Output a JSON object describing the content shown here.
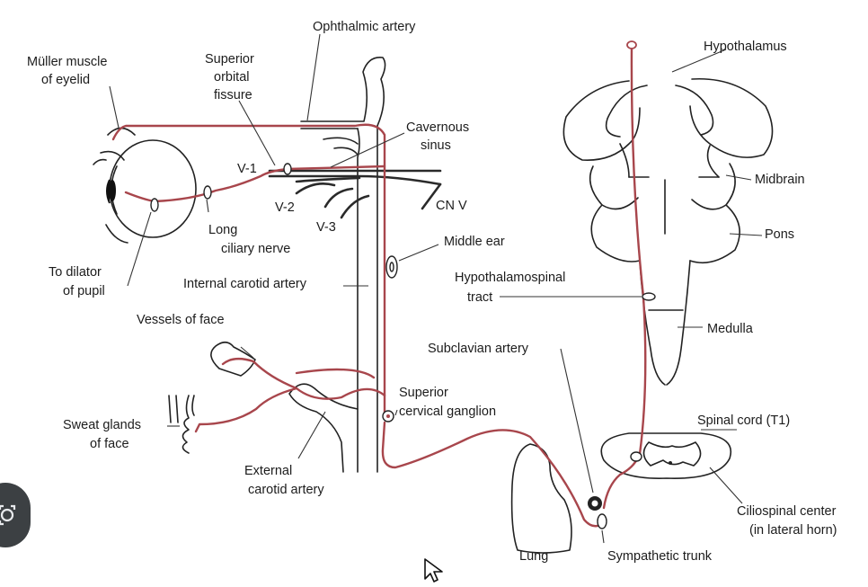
{
  "labels": {
    "ophthalmic_artery": "Ophthalmic artery",
    "muller_1": "Müller muscle",
    "muller_2": "of eyelid",
    "sof_1": "Superior",
    "sof_2": "orbital",
    "sof_3": "fissure",
    "cavernous_1": "Cavernous",
    "cavernous_2": "sinus",
    "hypothalamus": "Hypothalamus",
    "midbrain": "Midbrain",
    "pons": "Pons",
    "medulla": "Medulla",
    "v1": "V-1",
    "v2": "V-2",
    "v3": "V-3",
    "cn_v": "CN V",
    "long_ciliary_1": "Long",
    "long_ciliary_2": "ciliary nerve",
    "middle_ear": "Middle ear",
    "dilator_1": "To dilator",
    "dilator_2": "of pupil",
    "internal_carotid": "Internal carotid artery",
    "hypothalamospinal_1": "Hypothalamospinal",
    "hypothalamospinal_2": "tract",
    "vessels_face": "Vessels of face",
    "subclavian": "Subclavian artery",
    "scg_1": "Superior",
    "scg_2": "cervical ganglion",
    "spinal_cord": "Spinal cord (T1)",
    "sweat_1": "Sweat glands",
    "sweat_2": "of face",
    "external_carotid_1": "External",
    "external_carotid_2": "carotid artery",
    "ciliospinal_1": "Ciliospinal center",
    "ciliospinal_2": "(in lateral horn)",
    "lung": "Lung",
    "sympathetic_trunk": "Sympathetic trunk"
  },
  "colors": {
    "pathway": "#a8464c",
    "ink": "#222222",
    "background": "#ffffff"
  },
  "icons": {
    "browser_badge": "lens-icon",
    "cursor": "mouse-pointer-icon"
  }
}
